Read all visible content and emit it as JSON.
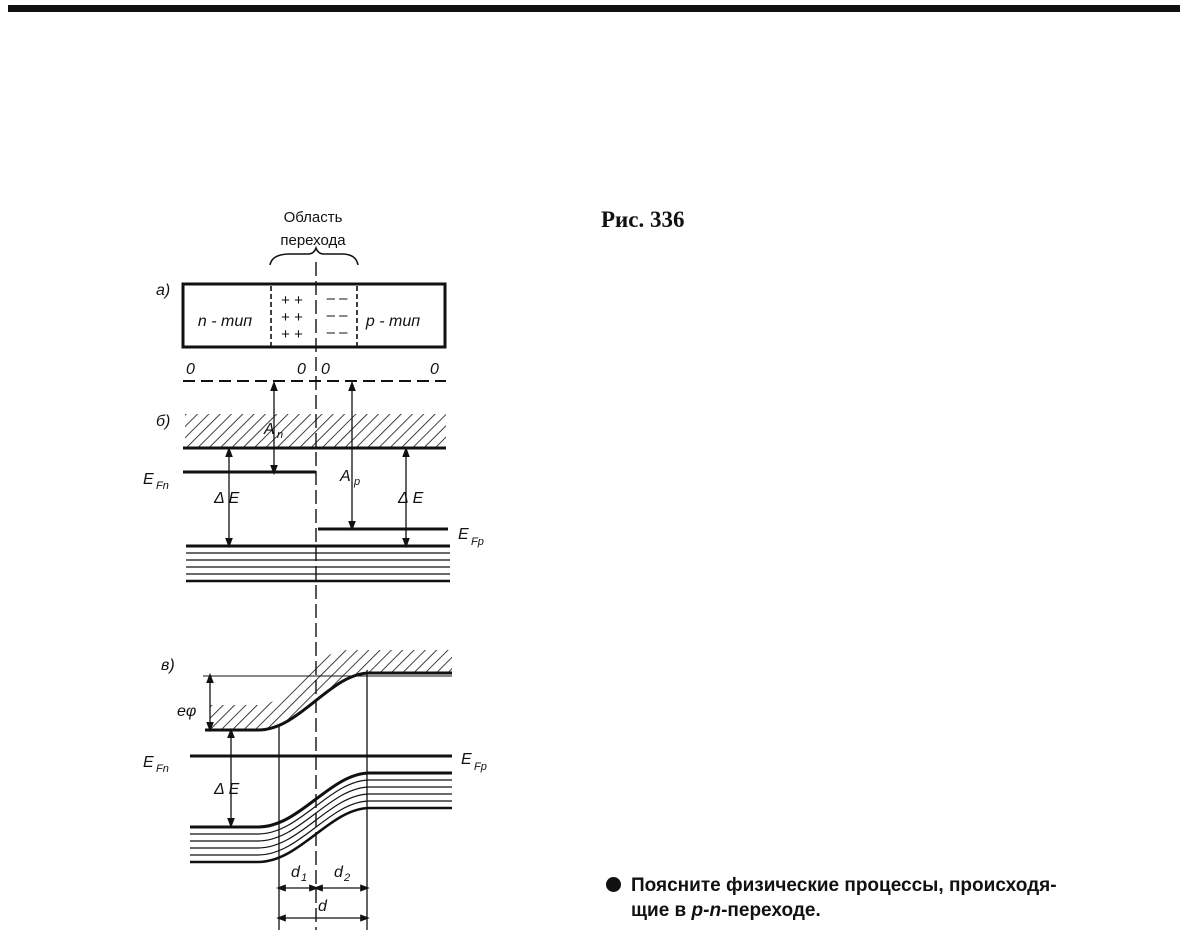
{
  "figure": {
    "caption": "Рис. 336",
    "region_label_line1": "Область",
    "region_label_line2": "перехода",
    "panel_a": "а)",
    "panel_b": "б)",
    "panel_c": "в)",
    "n_type": "n - тип",
    "p_type": "p - тип",
    "zero": "0",
    "plus_charges": "+ +",
    "minus_charges": "– –",
    "A": "A",
    "A_n_sub": "n",
    "A_p_sub": "p",
    "E": "E",
    "F_n_sub": "Fn",
    "F_p_sub": "Fp",
    "delta_E": "Δ E",
    "e_phi": "eφ",
    "d": "d",
    "d1_sub": "1",
    "d2_sub": "2"
  },
  "question": {
    "line1": "Поясните физические процессы, происходя-",
    "line2_prefix": "щие в ",
    "line2_italic": "p-n",
    "line2_suffix": "-переходе."
  }
}
